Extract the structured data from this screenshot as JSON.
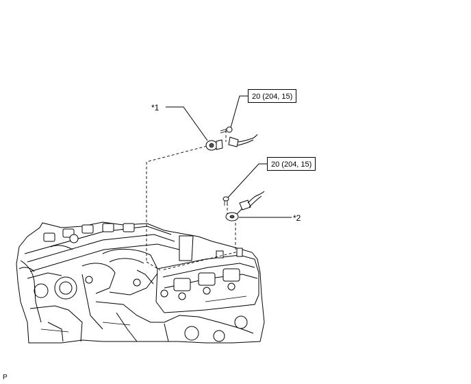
{
  "callouts": {
    "knock_sensor_1": "*1",
    "knock_sensor_2": "*2"
  },
  "torque_specs": {
    "upper": "20 (204, 15)",
    "lower": "20 (204, 15)"
  },
  "figure_code": "P"
}
